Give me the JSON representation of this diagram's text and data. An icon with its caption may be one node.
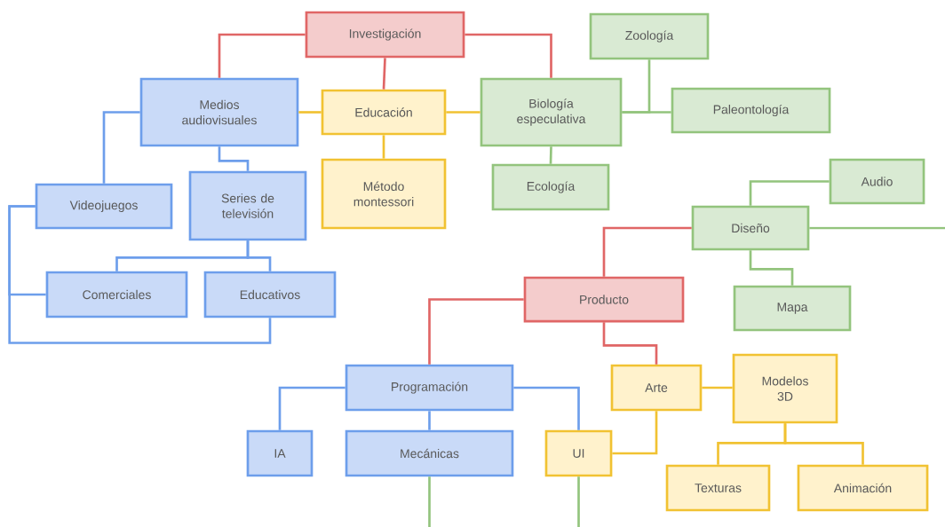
{
  "diagram": {
    "nodes": [
      {
        "text": [
          "Investigación"
        ]
      },
      {
        "text": [
          "Medios audiovisuales"
        ]
      },
      {
        "text": [
          "Educación"
        ]
      },
      {
        "text": [
          "Biología especulativa"
        ]
      },
      {
        "text": [
          "Zoología"
        ]
      },
      {
        "text": [
          "Paleontología"
        ]
      },
      {
        "text": [
          "Videojuegos"
        ]
      },
      {
        "text": [
          "Series de televisión"
        ]
      },
      {
        "text": [
          "Método montessori"
        ]
      },
      {
        "text": [
          "Ecología"
        ]
      },
      {
        "text": [
          "Comerciales"
        ]
      },
      {
        "text": [
          "Educativos"
        ]
      },
      {
        "text": [
          "Audio"
        ]
      },
      {
        "text": [
          "Diseño"
        ]
      },
      {
        "text": [
          "Producto"
        ]
      },
      {
        "text": [
          "Mapa"
        ]
      },
      {
        "text": [
          "Programación"
        ]
      },
      {
        "text": [
          "Arte"
        ]
      },
      {
        "text": [
          "Modelos 3D"
        ]
      },
      {
        "text": [
          "IA"
        ]
      },
      {
        "text": [
          "Mecánicas"
        ]
      },
      {
        "text": [
          "UI"
        ]
      },
      {
        "text": [
          "Texturas"
        ]
      },
      {
        "text": [
          "Animación"
        ]
      }
    ],
    "edges": [
      {
        "from": 0,
        "to": 1,
        "arrow": "none",
        "color": "#e06666"
      },
      {
        "from": 0,
        "to": 2,
        "arrow": "none",
        "color": "#e06666"
      },
      {
        "from": 0,
        "to": 3,
        "arrow": "none",
        "color": "#e06666"
      },
      {
        "from": 2,
        "to": 1,
        "arrow": "none",
        "color": "#f1c232"
      },
      {
        "from": 2,
        "to": 3,
        "arrow": "none",
        "color": "#f1c232"
      },
      {
        "from": 2,
        "to": 8,
        "arrow": "none",
        "color": "#f1c232"
      },
      {
        "from": 3,
        "to": 4,
        "arrow": "none",
        "color": "#93c47d"
      },
      {
        "from": 3,
        "to": 5,
        "arrow": "none",
        "color": "#93c47d"
      },
      {
        "from": 3,
        "to": 9,
        "arrow": "none",
        "color": "#93c47d"
      },
      {
        "from": 1,
        "to": 6,
        "arrow": "none"
      },
      {
        "from": 1,
        "to": 7,
        "arrow": "none"
      },
      {
        "from": 7,
        "to": 10,
        "arrow": "none"
      },
      {
        "from": 7,
        "to": 11,
        "arrow": "none"
      },
      {
        "from": 6,
        "to": 10,
        "arrow": "none"
      },
      {
        "from": 6,
        "to": 11,
        "arrow": "none"
      },
      {
        "from": 14,
        "to": 13,
        "arrow": "none",
        "color": "#e06666"
      },
      {
        "from": 13,
        "to": 12,
        "arrow": "none",
        "color": "#93c47d"
      },
      {
        "from": 13,
        "to": 15,
        "arrow": "none",
        "color": "#93c47d"
      },
      {
        "from": 13,
        "to": null,
        "arrow": "none",
        "color": "#93c47d"
      },
      {
        "from": 14,
        "to": 16,
        "arrow": "none",
        "color": "#e06666"
      },
      {
        "from": 14,
        "to": 17,
        "arrow": "none",
        "color": "#e06666"
      },
      {
        "from": 16,
        "to": 19,
        "arrow": "none"
      },
      {
        "from": 16,
        "to": 20,
        "arrow": "none"
      },
      {
        "from": 16,
        "to": 21,
        "arrow": "none"
      },
      {
        "from": 17,
        "to": 18,
        "arrow": "none",
        "color": "#f1c232"
      },
      {
        "from": 17,
        "to": 21,
        "arrow": "none",
        "color": "#f1c232"
      },
      {
        "from": 18,
        "to": 22,
        "arrow": "none",
        "color": "#f1c232"
      },
      {
        "from": 18,
        "to": 23,
        "arrow": "none",
        "color": "#f1c232"
      },
      {
        "from": 20,
        "to": null,
        "arrow": "none",
        "color": "#93c47d"
      },
      {
        "from": 21,
        "to": null,
        "arrow": "none",
        "color": "#93c47d"
      }
    ]
  }
}
